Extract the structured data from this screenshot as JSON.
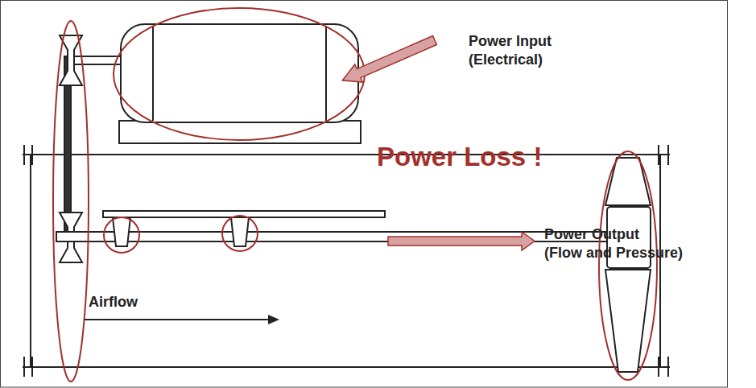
{
  "diagram": {
    "labels": [
      "Power Input (Electrical)",
      "Power Loss !",
      "Power Output (Flow and Pressure)",
      "Airflow"
    ]
  }
}
